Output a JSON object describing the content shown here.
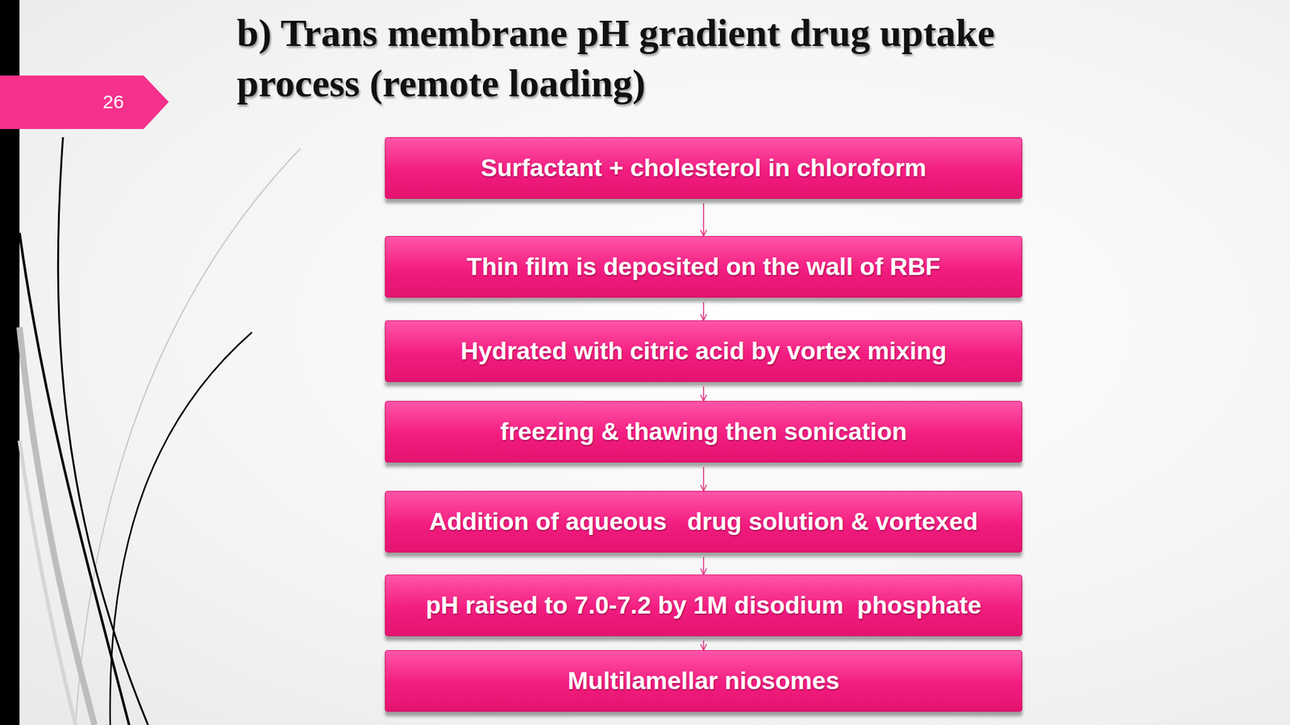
{
  "diagram": {
    "title": "b) Trans membrane pH gradient drug uptake process (remote loading)",
    "nodes": [
      {
        "text": [
          "Surfactant + cholesterol in chloroform"
        ]
      },
      {
        "text": [
          "Thin film is deposited on the wall of RBF"
        ]
      },
      {
        "text": [
          "Hydrated with citric acid by vortex mixing"
        ]
      },
      {
        "text": [
          "freezing & thawing then sonication"
        ]
      },
      {
        "text": [
          "Addition of aqueous   drug solution & vortexed"
        ]
      },
      {
        "text": [
          "pH raised to 7.0-7.2 by 1M disodium  phosphate"
        ]
      },
      {
        "text": [
          "Multilamellar niosomes"
        ]
      }
    ],
    "edges": [
      {
        "from": 0,
        "to": 1,
        "arrow": "to"
      },
      {
        "from": 1,
        "to": 2,
        "arrow": "to"
      },
      {
        "from": 2,
        "to": 3,
        "arrow": "to"
      },
      {
        "from": 3,
        "to": 4,
        "arrow": "to"
      },
      {
        "from": 4,
        "to": 5,
        "arrow": "to"
      },
      {
        "from": 5,
        "to": 6,
        "arrow": "to"
      }
    ],
    "labels": [
      "26"
    ]
  }
}
